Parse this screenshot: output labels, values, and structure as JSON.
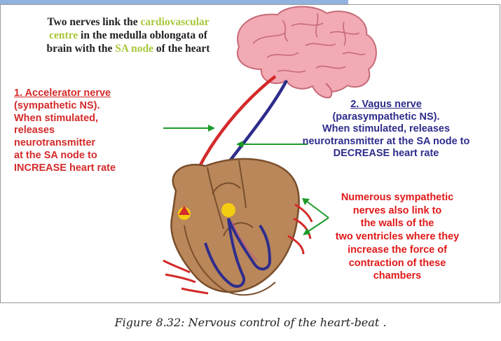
{
  "intro": {
    "line1": "Two nerves link the ",
    "line1_highlight": "cardiovascular",
    "line2_highlight": "centre",
    "line2": " in the medulla oblongata of",
    "line3a": "brain with the ",
    "line3_highlight": "SA node",
    "line3b": " of the heart"
  },
  "accelerator": {
    "title": "1. Accelerator nerve",
    "lines": [
      "(sympathetic NS).",
      "When stimulated,",
      "releases",
      "neurotransmitter",
      "at the SA node to",
      "INCREASE heart rate"
    ]
  },
  "vagus": {
    "title": "2. Vagus nerve",
    "lines": [
      "(parasympathetic NS).",
      "When stimulated, releases",
      "neurotransmitter at the SA node to",
      "DECREASE heart rate"
    ]
  },
  "sympathetic_walls": {
    "lines": [
      "Numerous sympathetic",
      "nerves also link to",
      "the walls of the",
      "two ventricles where they",
      "increase the force of",
      "contraction of these",
      "chambers"
    ]
  },
  "caption": "Figure 8.32: Nervous control of the heart-beat .",
  "colors": {
    "highlight_green": "#a8c83c",
    "accelerator_red": "#d42a2a",
    "vagus_blue": "#2e2d8c",
    "arrow_green": "#1e9a2a",
    "brain_pink": "#f2aab4",
    "heart_tan": "#b9875a"
  }
}
